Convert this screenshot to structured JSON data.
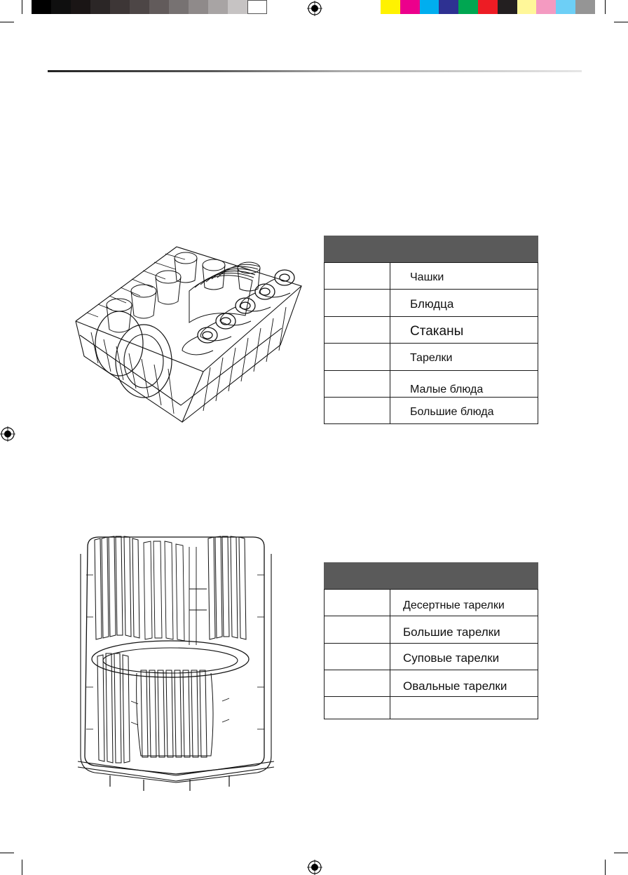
{
  "calibration": {
    "gray_swatches": [
      "#000000",
      "#0f0f0f",
      "#1a1515",
      "#2b2626",
      "#3d3636",
      "#4d4646",
      "#625b5b",
      "#777272",
      "#8f8a8a",
      "#a8a4a4",
      "#c6c3c3",
      "#ffffff"
    ],
    "color_swatches": [
      "#fff200",
      "#ec008c",
      "#00aeef",
      "#2e3192",
      "#00a651",
      "#ed1c24",
      "#231f20",
      "#fff799",
      "#f49ac1",
      "#6dcff6",
      "#959595"
    ]
  },
  "upper_basket": {
    "table": {
      "header": [
        "",
        ""
      ],
      "rows": [
        {
          "number": "",
          "item": "Чашки"
        },
        {
          "number": "",
          "item": "Блюдца"
        },
        {
          "number": "",
          "item": "Стаканы"
        },
        {
          "number": "",
          "item": "Тарелки"
        },
        {
          "number": "",
          "item": "Малые блюда"
        },
        {
          "number": "",
          "item": "Большие блюда"
        }
      ]
    }
  },
  "lower_basket": {
    "table": {
      "header": [
        "",
        ""
      ],
      "rows": [
        {
          "number": "",
          "item": "Десертные тарелки"
        },
        {
          "number": "",
          "item": "Большие тарелки"
        },
        {
          "number": "",
          "item": "Суповые тарелки"
        },
        {
          "number": "",
          "item": "Овальные тарелки"
        },
        {
          "number": "",
          "item": ""
        }
      ]
    }
  }
}
